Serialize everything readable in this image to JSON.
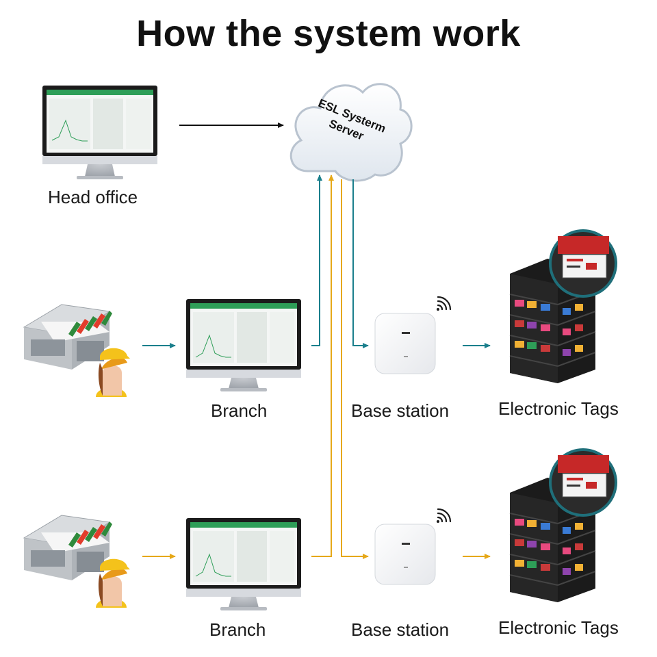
{
  "title": "How the system work",
  "cloud": {
    "label_line1": "ESL Systerm",
    "label_line2": "Server"
  },
  "nodes": {
    "head_office": "Head office",
    "branch_1": "Branch",
    "branch_2": "Branch",
    "base_station_1": "Base station",
    "base_station_2": "Base station",
    "tags_1": "Electronic Tags",
    "tags_2": "Electronic Tags"
  },
  "colors": {
    "branch1_flow": "#1a7f8c",
    "branch2_flow": "#e6a817",
    "head_flow": "#111111",
    "screen_accent": "#2e9e58"
  }
}
